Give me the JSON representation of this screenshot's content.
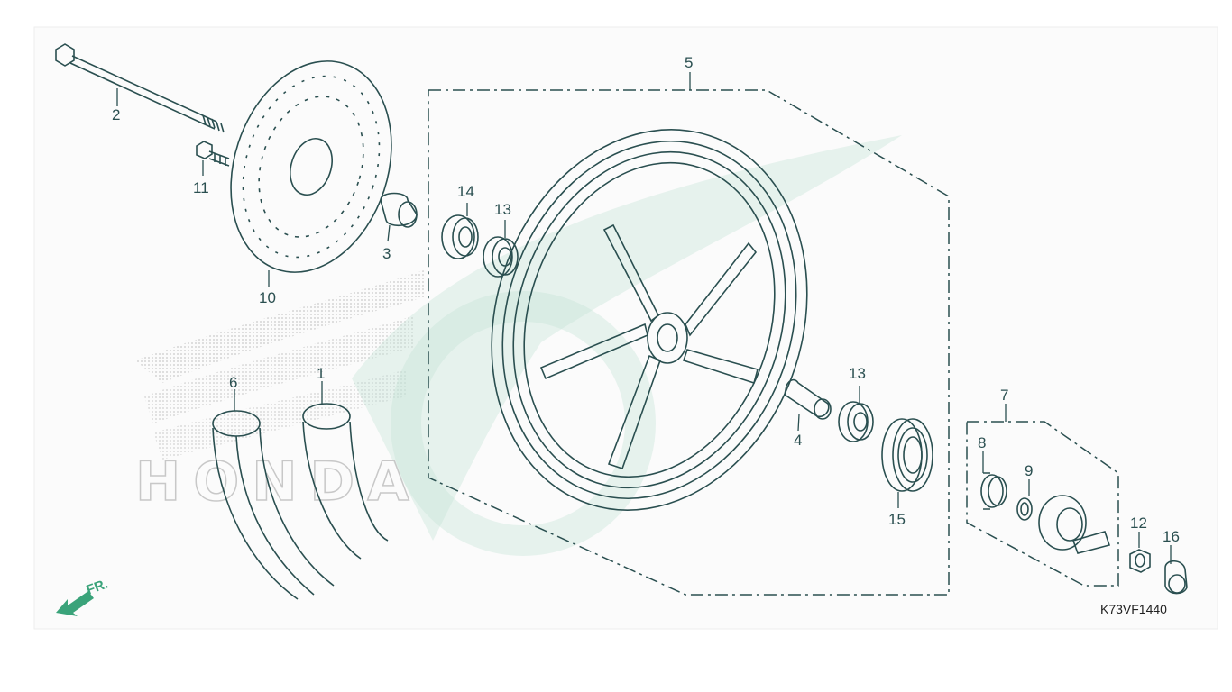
{
  "diagram": {
    "kind": "exploded parts diagram - front wheel",
    "diagram_code": "K73VF1440",
    "front_indicator": "FR.",
    "watermark_text": "HONDA",
    "line_color": "#2a4f50",
    "watermark_color": "#bfe3d3",
    "arrow_color": "#3aa37a",
    "callouts": {
      "c1": "1",
      "c2": "2",
      "c3": "3",
      "c4": "4",
      "c5": "5",
      "c6": "6",
      "c7": "7",
      "c8": "8",
      "c9": "9",
      "c10": "10",
      "c11": "11",
      "c12": "12",
      "c13a": "13",
      "c13b": "13",
      "c14": "14",
      "c15": "15",
      "c16": "16"
    }
  }
}
